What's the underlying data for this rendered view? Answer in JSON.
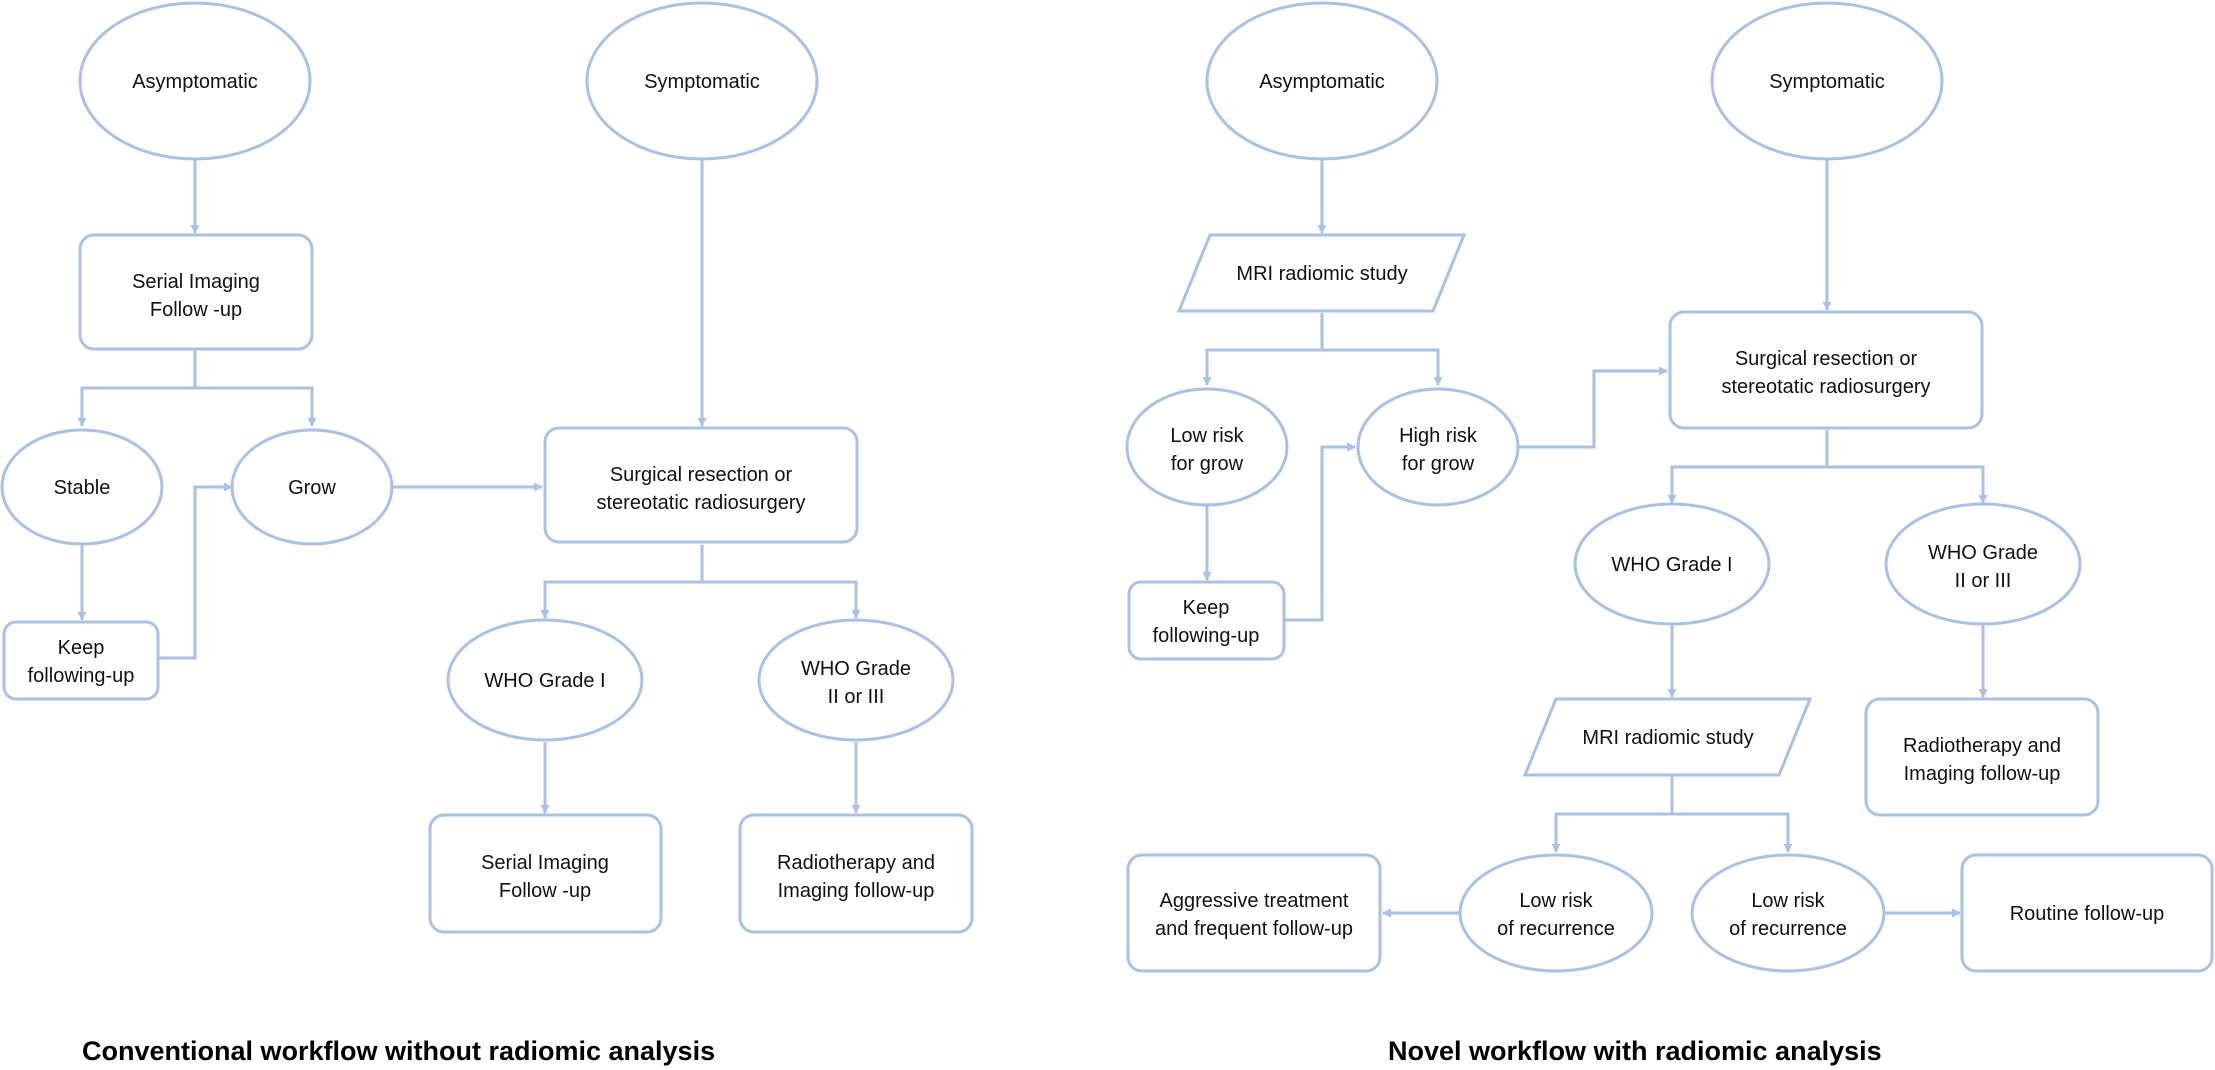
{
  "colors": {
    "stroke": "#a9c1e6",
    "text": "#111111",
    "background": "#ffffff"
  },
  "left": {
    "caption": "Conventional workflow without radiomic analysis",
    "asymptomatic": "Asymptomatic",
    "symptomatic": "Symptomatic",
    "serial_imaging": [
      "Serial Imaging",
      "Follow -up"
    ],
    "stable": "Stable",
    "grow": "Grow",
    "keep": [
      "Keep",
      "following-up"
    ],
    "surgical": [
      "Surgical resection or",
      "stereotatic radiosurgery"
    ],
    "who1": "WHO Grade I",
    "who23": [
      "WHO Grade",
      "II or III"
    ],
    "serial_imaging_2": [
      "Serial Imaging",
      "Follow -up"
    ],
    "radiotherapy": [
      "Radiotherapy and",
      "Imaging follow-up"
    ]
  },
  "right": {
    "caption": "Novel workflow with radiomic analysis",
    "asymptomatic": "Asymptomatic",
    "symptomatic": "Symptomatic",
    "mri1": "MRI radiomic study",
    "low_risk_grow": [
      "Low risk",
      "for grow"
    ],
    "high_risk_grow": [
      "High risk",
      "for grow"
    ],
    "keep": [
      "Keep",
      "following-up"
    ],
    "surgical": [
      "Surgical resection or",
      "stereotatic radiosurgery"
    ],
    "who1": "WHO Grade I",
    "who23": [
      "WHO Grade",
      "II or III"
    ],
    "mri2": "MRI radiomic study",
    "radiotherapy": [
      "Radiotherapy and",
      "Imaging follow-up"
    ],
    "recurrence_left": [
      "Low risk",
      "of recurrence"
    ],
    "recurrence_right": [
      "Low risk",
      "of recurrence"
    ],
    "aggressive": [
      "Aggressive treatment",
      "and frequent follow-up"
    ],
    "routine": "Routine follow-up"
  }
}
